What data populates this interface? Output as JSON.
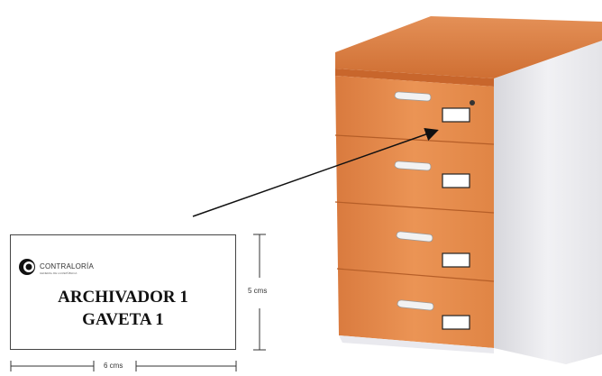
{
  "label": {
    "logo_text": "CONTRALORÍA",
    "logo_subtext": "GENERAL DE LA REPÚBLICA",
    "line1": "ARCHIVADOR 1",
    "line2": "GAVETA 1"
  },
  "dimensions": {
    "height": "5 cms",
    "width": "6 cms"
  },
  "cabinet": {
    "drawer_count": 4,
    "colors": {
      "wood_front": "#e08a4c",
      "wood_top": "#d9793a",
      "side": "#e8e8ec",
      "label_slot": "#ffffff",
      "handle": "#f2f2f2"
    }
  }
}
